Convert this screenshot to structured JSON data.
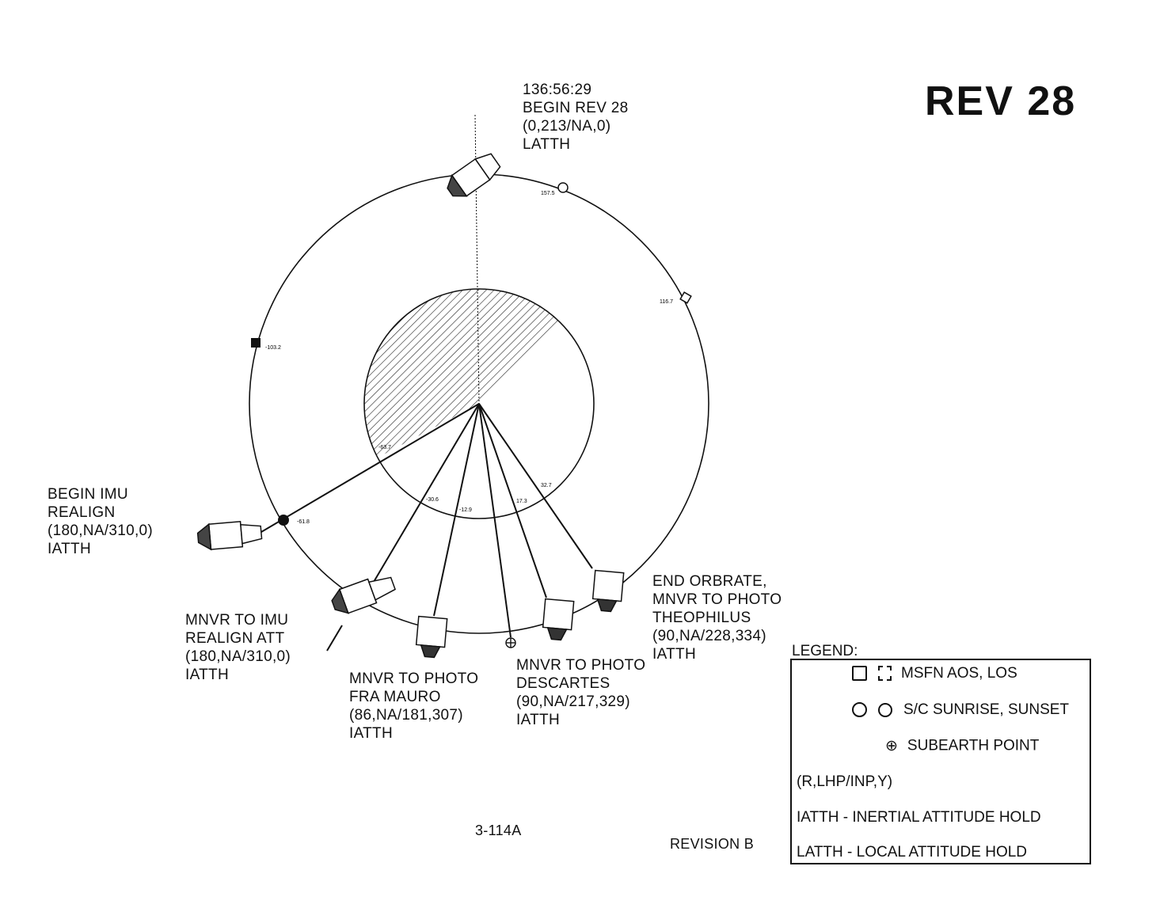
{
  "title": "REV 28",
  "page_number": "3-114A",
  "revision": "REVISION B",
  "events": {
    "begin_rev": [
      "136:56:29",
      "BEGIN REV 28",
      "(0,213/NA,0)",
      "LATTH"
    ],
    "begin_imu": [
      "BEGIN IMU",
      "REALIGN",
      "(180,NA/310,0)",
      "IATTH"
    ],
    "mnvr_imu": [
      "MNVR TO IMU",
      "REALIGN ATT",
      "(180,NA/310,0)",
      "IATTH"
    ],
    "fra_mauro": [
      "MNVR TO PHOTO",
      "FRA MAURO",
      "(86,NA/181,307)",
      "IATTH"
    ],
    "descartes": [
      "MNVR TO PHOTO",
      "DESCARTES",
      "(90,NA/217,329)",
      "IATTH"
    ],
    "theophilus": [
      "END ORBRATE,",
      "MNVR TO PHOTO",
      "THEOPHILUS",
      "(90,NA/228,334)",
      "IATTH"
    ]
  },
  "orbit_markers": {
    "sunrise": "157.5",
    "aos": "116.7",
    "los": "-103.2",
    "sunset": "-61.8"
  },
  "inner_ticks": [
    "-63.7",
    "-30.6",
    "-12.9",
    "17.3",
    "32.7"
  ],
  "legend": {
    "heading": "LEGEND:",
    "items": [
      "MSFN AOS, LOS",
      "S/C SUNRISE, SUNSET",
      "SUBEARTH POINT",
      "(R,LHP/INP,Y)",
      "IATTH - INERTIAL ATTITUDE HOLD",
      "LATTH - LOCAL ATTITUDE HOLD"
    ]
  }
}
